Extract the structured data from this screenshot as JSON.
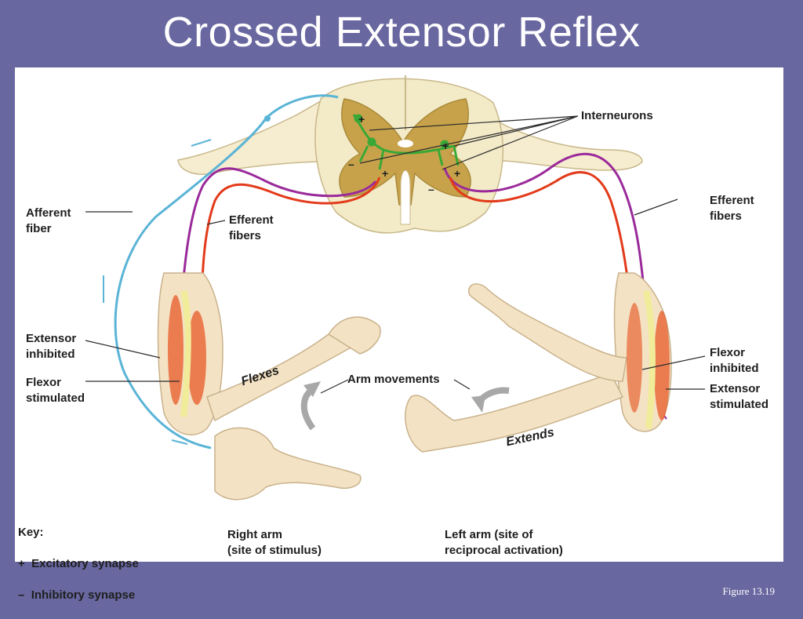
{
  "title": "Crossed Extensor Reflex",
  "labels": {
    "interneurons": "Interneurons",
    "afferent_fiber": "Afferent\nfiber",
    "efferent_fibers_left": "Efferent\nfibers",
    "efferent_fibers_right": "Efferent\nfibers",
    "extensor_inhibited": "Extensor\ninhibited",
    "flexor_stimulated": "Flexor\nstimulated",
    "flexor_inhibited": "Flexor\ninhibited",
    "extensor_stimulated": "Extensor\nstimulated",
    "arm_movements": "Arm movements",
    "flexes": "Flexes",
    "extends": "Extends",
    "right_arm": "Right arm\n(site of stimulus)",
    "left_arm": "Left arm (site of\nreciprocal activation)",
    "synapse_plus": "+",
    "synapse_minus": "–"
  },
  "key": {
    "heading": "Key:",
    "items": [
      {
        "symbol": "+",
        "label": "Excitatory synapse"
      },
      {
        "symbol": "–",
        "label": "Inhibitory synapse"
      }
    ]
  },
  "figure_caption": "Figure 13.19",
  "colors": {
    "slide_background": "#6967a0",
    "afferent": "#5ab4d6",
    "efferent_excitatory": "#e23a1a",
    "efferent_inhibitory": "#9a2a9a",
    "interneuron": "#3aa836",
    "gray_matter": "#c8a24a",
    "skin": "#f3e2c4"
  }
}
